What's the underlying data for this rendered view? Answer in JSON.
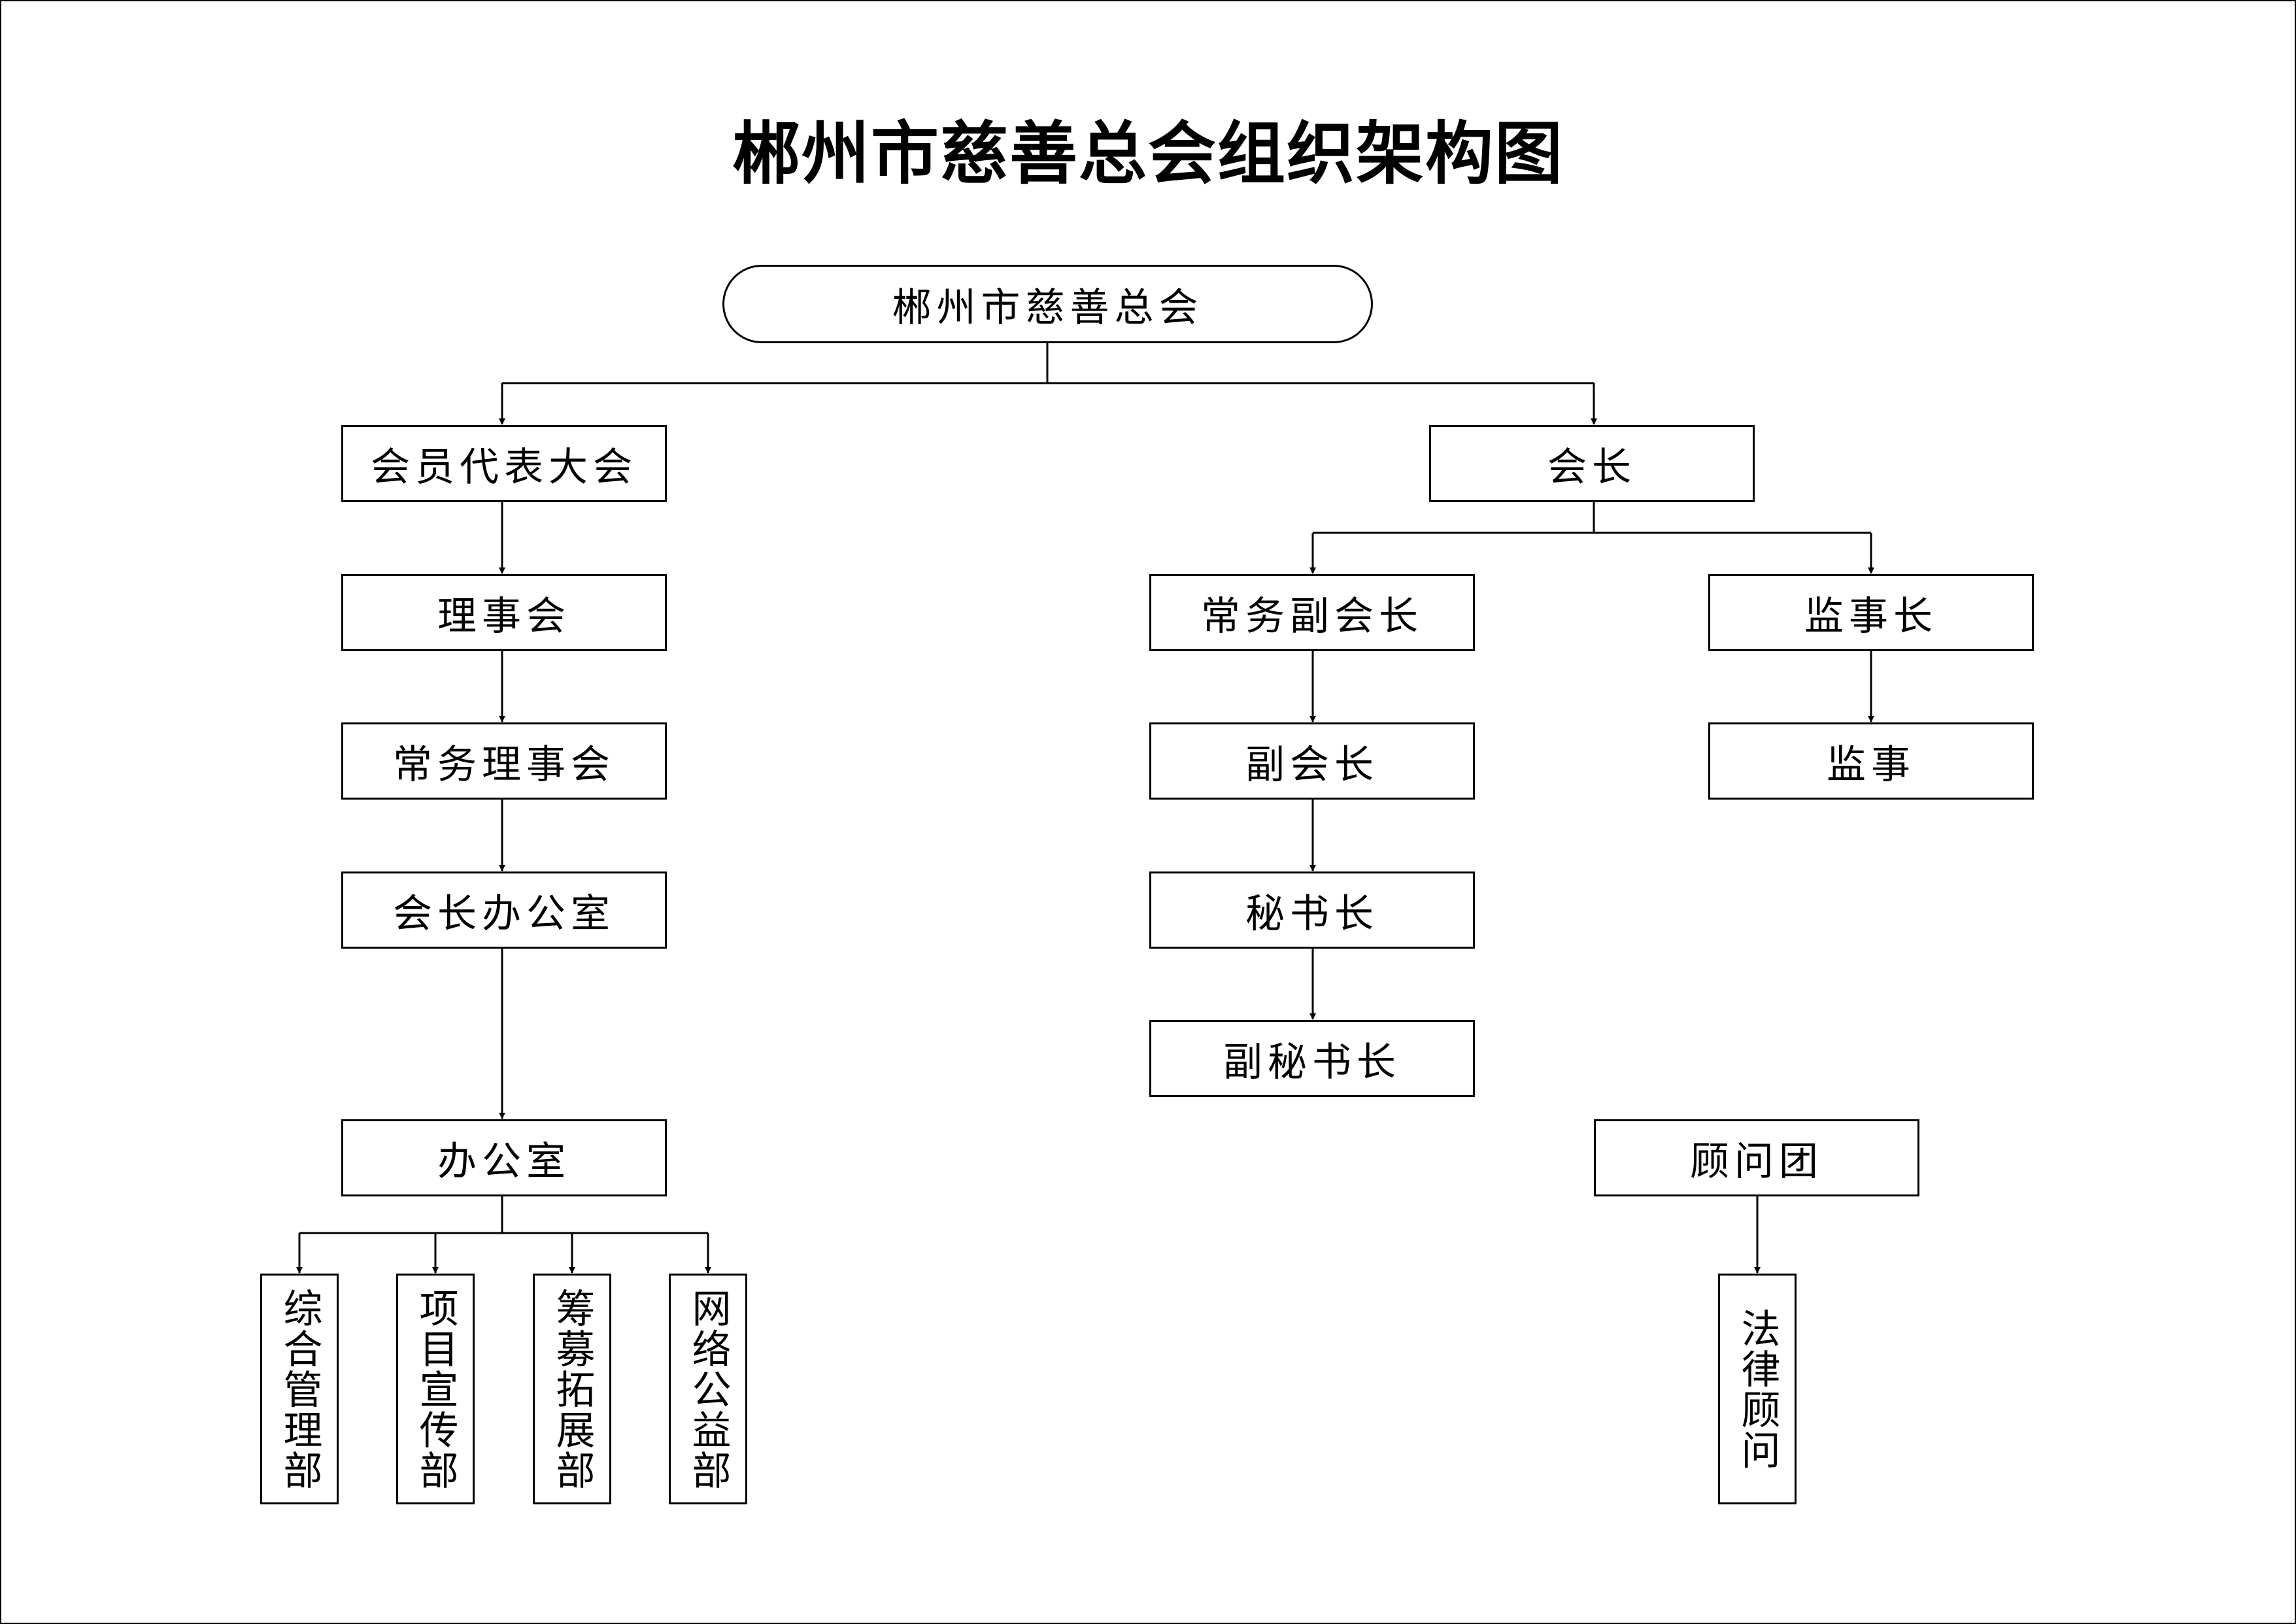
{
  "title": "郴州市慈善总会组织架构图",
  "nodes": {
    "root": "郴州市慈善总会",
    "member_congress": "会员代表大会",
    "council": "理事会",
    "standing_council": "常务理事会",
    "president_office": "会长办公室",
    "office": "办公室",
    "dept_general": "综合管理部",
    "dept_promo": "项目宣传部",
    "dept_fundraising": "筹募拓展部",
    "dept_online": "网络公益部",
    "president": "会长",
    "exec_vice_president": "常务副会长",
    "vice_president": "副会长",
    "secretary_general": "秘书长",
    "deputy_secretary_general": "副秘书长",
    "chief_supervisor": "监事长",
    "supervisor": "监事",
    "advisory_group": "顾问团",
    "legal_advisor": "法律顾问"
  },
  "colors": {
    "line": "#000000",
    "node_border": "#000000",
    "background": "#ffffff"
  }
}
